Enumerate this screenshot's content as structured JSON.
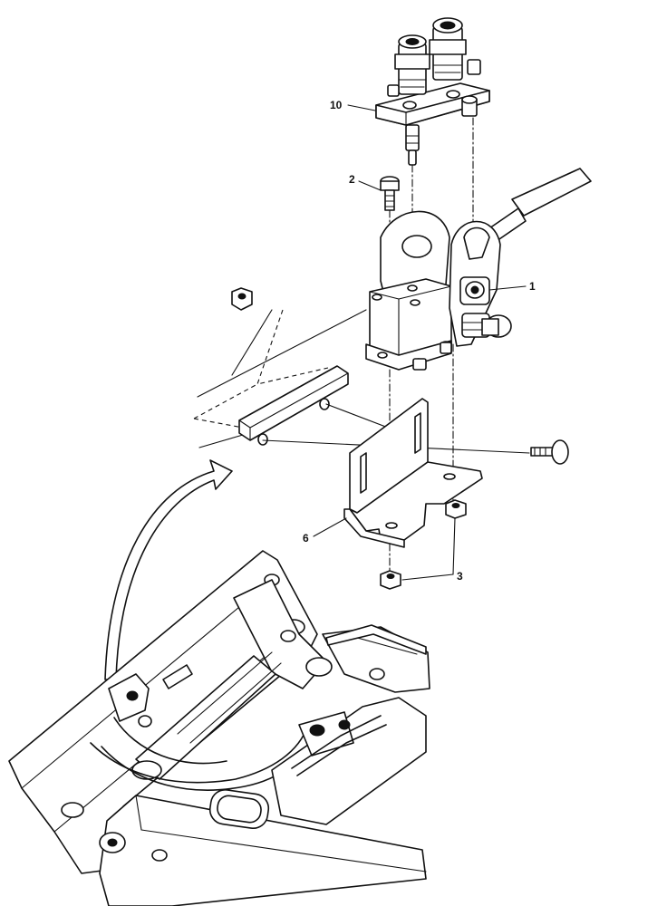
{
  "callouts": [
    {
      "id": "c10",
      "text": "10"
    },
    {
      "id": "c2",
      "text": "2"
    },
    {
      "id": "c1",
      "text": "1"
    },
    {
      "id": "c6",
      "text": "6"
    },
    {
      "id": "c3",
      "text": "3"
    }
  ]
}
